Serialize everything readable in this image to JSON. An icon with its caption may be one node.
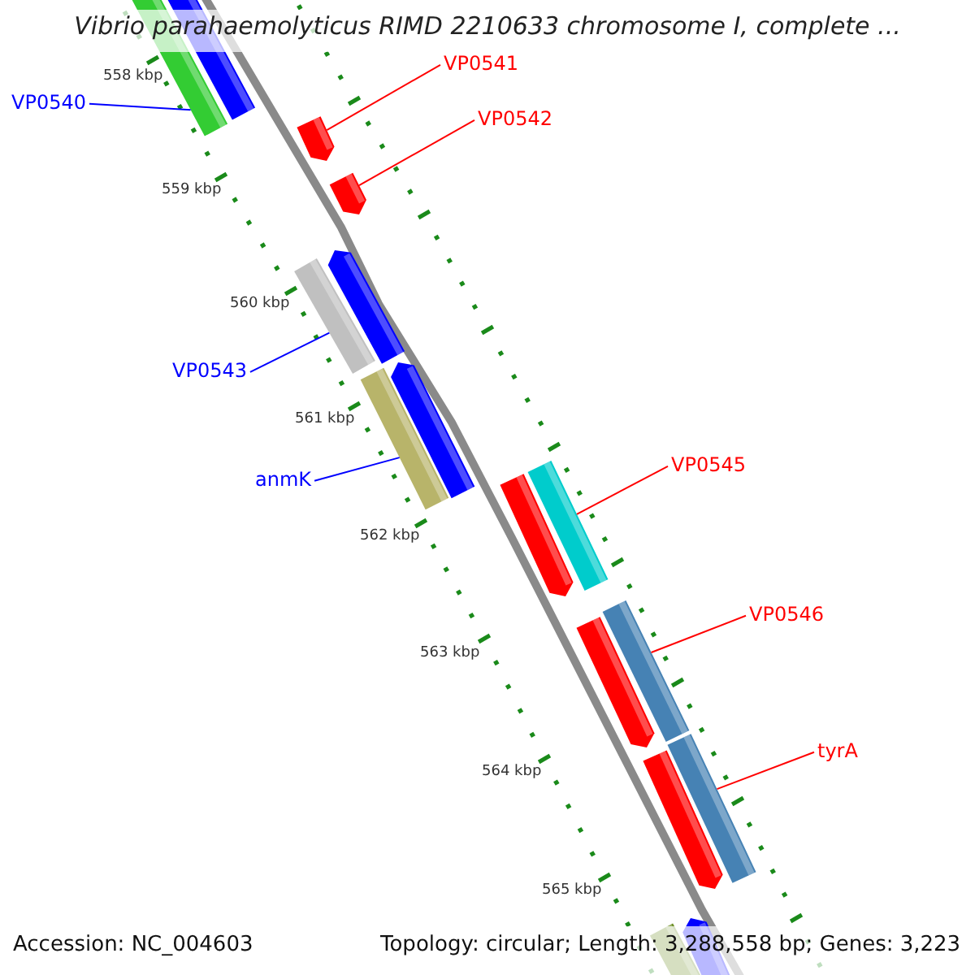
{
  "diagram": {
    "title": "Vibrio parahaemolyticus RIMD 2210633 chromosome I, complete ...",
    "nodes": [
      {
        "text": [
          "VP0540"
        ]
      },
      {
        "text": [],
        "shape": "bar"
      },
      {
        "text": [
          "VP0541"
        ]
      },
      {
        "text": [],
        "shape": "bar"
      },
      {
        "text": [
          "VP0542"
        ]
      },
      {
        "text": [],
        "shape": "bar"
      },
      {
        "text": [
          "VP0543"
        ]
      },
      {
        "text": [],
        "shape": "bar"
      },
      {
        "text": [
          "anmK"
        ]
      },
      {
        "text": [],
        "shape": "bar"
      },
      {
        "text": [
          "VP0545"
        ]
      },
      {
        "text": [],
        "shape": "bar"
      },
      {
        "text": [
          "VP0546"
        ]
      },
      {
        "text": [],
        "shape": "bar"
      },
      {
        "text": [
          "tyrA"
        ]
      },
      {
        "text": [],
        "shape": "bar"
      }
    ],
    "edges": [
      {
        "from": 0,
        "to": 1,
        "arrow": "none",
        "color": "#0000ff"
      },
      {
        "from": 2,
        "to": 3,
        "arrow": "none"
      },
      {
        "from": 4,
        "to": 5,
        "arrow": "none"
      },
      {
        "from": 6,
        "to": 7,
        "arrow": "none",
        "color": "#0000ff"
      },
      {
        "from": 8,
        "to": 9,
        "arrow": "none",
        "color": "#0000ff"
      },
      {
        "from": 10,
        "to": 11,
        "arrow": "none"
      },
      {
        "from": 12,
        "to": 13,
        "arrow": "none"
      },
      {
        "from": 14,
        "to": 15,
        "arrow": "none"
      }
    ],
    "labels": [
      "558 kbp",
      "559 kbp",
      "560 kbp",
      "561 kbp",
      "562 kbp",
      "563 kbp",
      "564 kbp",
      "565 kbp",
      "Accession: NC_004603",
      "Topology: circular; Length: 3,288,558 bp; Genes: 3,223"
    ]
  }
}
